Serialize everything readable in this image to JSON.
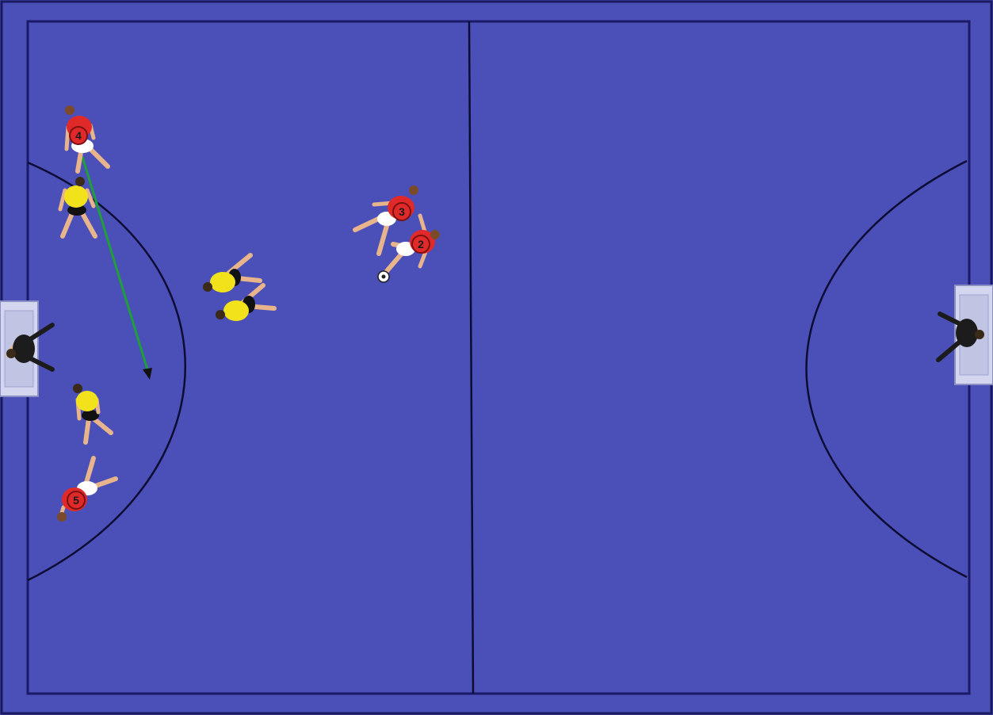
{
  "colors": {
    "court": "#4b4fb8",
    "court_edge": "#3e42a8",
    "lines": "#0d0d33",
    "outer_border": "#1a1a60",
    "red_team": "#e02a2a",
    "yellow_team": "#f2e21c",
    "goalkeeper": "#1c1c1c",
    "shorts_red": "#ffffff",
    "shorts_yellow": "#111111",
    "skin": "#e8b48c",
    "goal_frame": "#c8cbe6",
    "arrow": "#1f9e3a"
  },
  "players": {
    "red_4": {
      "team": "red",
      "number": "4"
    },
    "red_3": {
      "team": "red",
      "number": "3"
    },
    "red_2": {
      "team": "red",
      "number": "2"
    },
    "red_5": {
      "team": "red",
      "number": "5"
    },
    "yellow_1": {
      "team": "yellow"
    },
    "yellow_2": {
      "team": "yellow"
    },
    "yellow_3": {
      "team": "yellow"
    },
    "yellow_4": {
      "team": "yellow"
    },
    "goalkeeper_left": {
      "team": "goalkeeper"
    },
    "goalkeeper_right": {
      "team": "goalkeeper"
    }
  },
  "icons": {
    "ball": "football-icon",
    "pass_arrow": "arrow-icon"
  }
}
